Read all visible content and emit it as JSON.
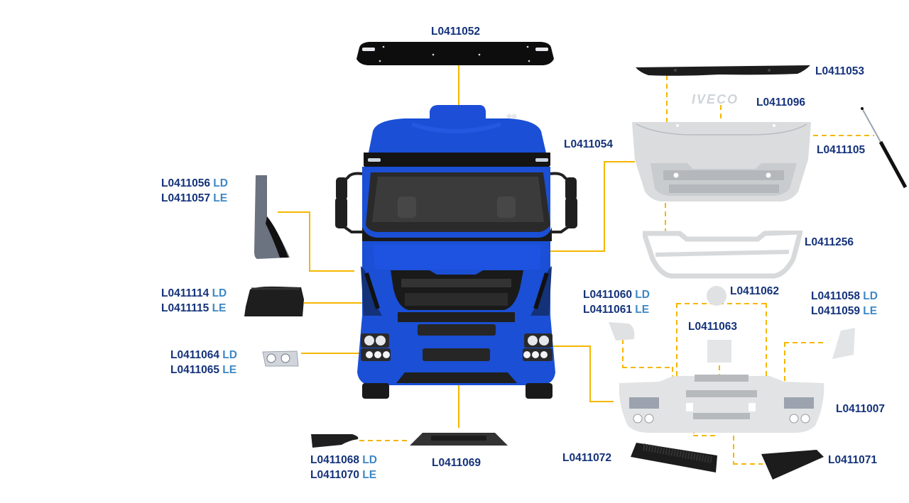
{
  "diagram": {
    "subject": "Iveco Stralis truck front cab exploded parts diagram",
    "colors": {
      "part_number_text": "#14327a",
      "side_suffix_text": "#3d88c5",
      "leader_lines": "#f5b700",
      "truck_body": "#1a4fd6"
    },
    "parts": {
      "sun_visor": {
        "code": "L0411052"
      },
      "hood_top_trim": {
        "code": "L0411053"
      },
      "iveco_emblem": {
        "code": "L0411096",
        "emblem_text": "IVECO"
      },
      "front_panel": {
        "code": "L0411054"
      },
      "gas_strut": {
        "code": "L0411105"
      },
      "grille_frame": {
        "code": "L0411256"
      },
      "corner_deflector": {
        "codes": [
          {
            "code": "L0411056",
            "side": "LD"
          },
          {
            "code": "L0411057",
            "side": "LE"
          }
        ]
      },
      "step_cover": {
        "codes": [
          {
            "code": "L0411114",
            "side": "LD"
          },
          {
            "code": "L0411115",
            "side": "LE"
          }
        ]
      },
      "headlamp_frame": {
        "codes": [
          {
            "code": "L0411064",
            "side": "LD"
          },
          {
            "code": "L0411065",
            "side": "LE"
          }
        ]
      },
      "bumper_corner_lower": {
        "codes": [
          {
            "code": "L0411068",
            "side": "LD"
          },
          {
            "code": "L0411070",
            "side": "LE"
          }
        ]
      },
      "bumper_spoiler": {
        "code": "L0411069"
      },
      "bumper_side_cover": {
        "codes": [
          {
            "code": "L0411060",
            "side": "LD"
          },
          {
            "code": "L0411061",
            "side": "LE"
          }
        ]
      },
      "tow_hook_cap_round": {
        "code": "L0411062"
      },
      "tow_hook_cap_square": {
        "code": "L0411063"
      },
      "bumper_end_cap": {
        "codes": [
          {
            "code": "L0411058",
            "side": "LD"
          },
          {
            "code": "L0411059",
            "side": "LE"
          }
        ]
      },
      "front_bumper": {
        "code": "L0411007"
      },
      "step_plate_center": {
        "code": "L0411072"
      },
      "step_plate_side": {
        "code": "L0411071"
      }
    }
  }
}
